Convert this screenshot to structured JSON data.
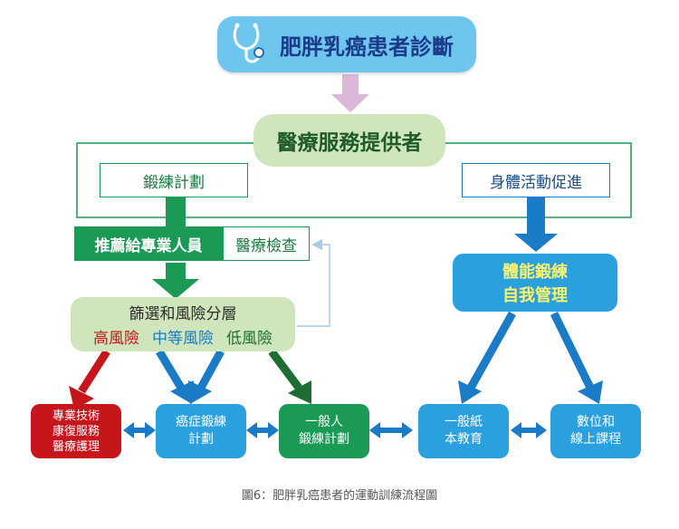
{
  "title": "肥胖乳癌患者診斷",
  "provider": "醫療服務提供者",
  "training_plan": "鍛練計劃",
  "physical_activity": "身體活動促進",
  "referral": "推薦給專業人員",
  "medical_check": "醫療檢查",
  "screening": {
    "title": "篩選和風險分層",
    "high": "高風險",
    "medium": "中等風險",
    "low": "低風險"
  },
  "self_mgmt": {
    "line1": "體能鍛練",
    "line2": "自我管理"
  },
  "bottom": {
    "specialist": {
      "line1": "專業技術",
      "line2": "康復服務",
      "line3": "醫療護理"
    },
    "cancer_plan": {
      "line1": "癌症鍛練",
      "line2": "計劃"
    },
    "general_plan": {
      "line1": "一般人",
      "line2": "鍛練計劃"
    },
    "paper_edu": {
      "line1": "一般紙",
      "line2": "本教育"
    },
    "digital": {
      "line1": "數位和",
      "line2": "線上課程"
    }
  },
  "caption": "圖6：肥胖乳癌患者的運動訓練流程圖",
  "colors": {
    "title_bg": "#6ec6ee",
    "title_text": "#1b3a8a",
    "provider_bg": "#cfe6bd",
    "green": "#1a9a55",
    "dark_green": "#1e6e34",
    "blue": "#1a7bc6",
    "light_blue": "#2aa0de",
    "red": "#c6151b",
    "pink_arrow": "#dcb8d8",
    "sky_arrow": "#a9c9e6"
  },
  "icons": [
    "stethoscope-icon"
  ]
}
